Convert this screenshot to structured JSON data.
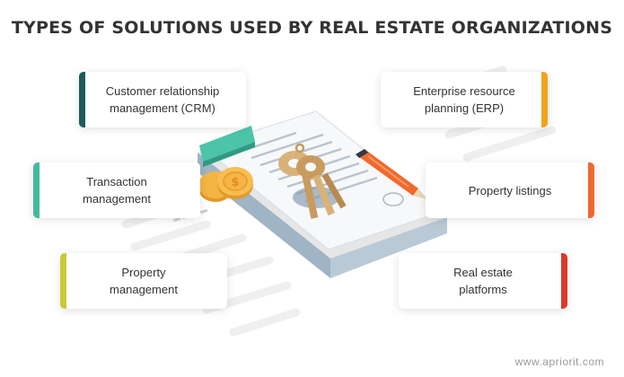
{
  "title": "TYPES OF SOLUTIONS USED BY REAL ESTATE ORGANIZATIONS",
  "cards": [
    {
      "id": "crm",
      "label": "Customer relationship\nmanagement (CRM)",
      "color": "#1d5c5c"
    },
    {
      "id": "erp",
      "label": "Enterprise resource\nplanning (ERP)",
      "color": "#f2a31b"
    },
    {
      "id": "transaction",
      "label": "Transaction\nmanagement",
      "color": "#45b8a0"
    },
    {
      "id": "listings",
      "label": "Property listings",
      "color": "#ef6a2e"
    },
    {
      "id": "property-mgmt",
      "label": "Property\nmanagement",
      "color": "#c9c93a"
    },
    {
      "id": "platforms",
      "label": "Real estate\nplatforms",
      "color": "#d93a2b"
    }
  ],
  "footer": "www.apriorit.com",
  "illustration_labels": {
    "coin": "$"
  }
}
